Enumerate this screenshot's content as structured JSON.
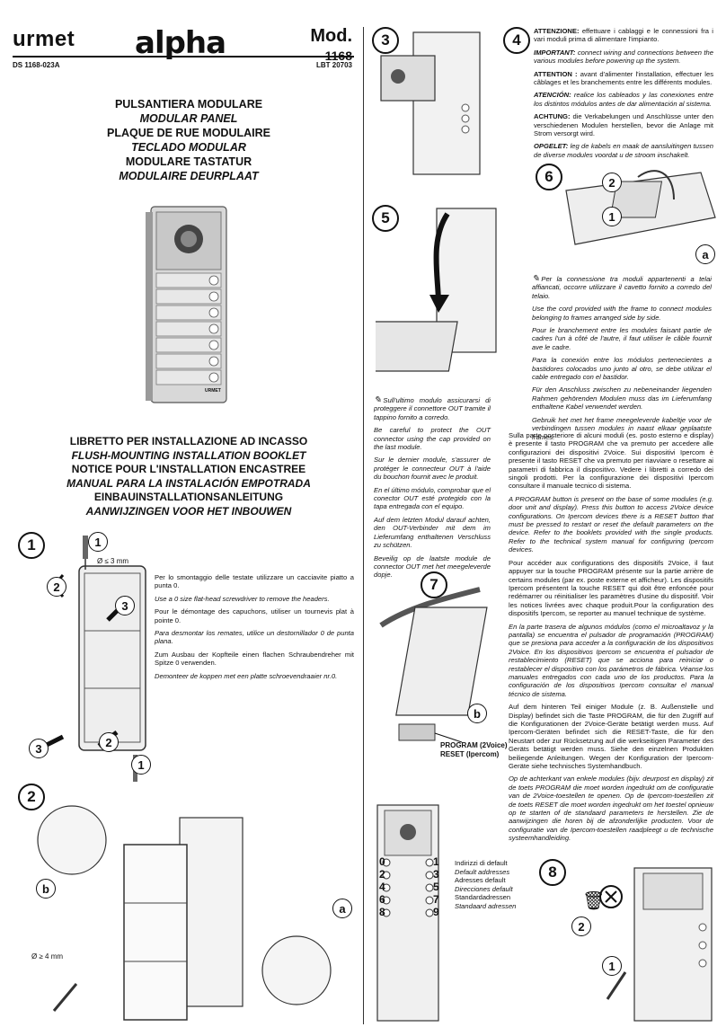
{
  "header": {
    "brand": "urmet",
    "product": "alpha",
    "model_label": "Mod.",
    "model_number": "1168",
    "doc_code": "DS 1168-023A",
    "lbt_code": "LBT 20703"
  },
  "titles": [
    "PULSANTIERA MODULARE",
    "MODULAR PANEL",
    "PLAQUE DE RUE MODULAIRE",
    "TECLADO MODULAR",
    "MODULARE TASTATUR",
    "MODULAIRE DEURPLAAT"
  ],
  "booklet": [
    "LIBRETTO PER INSTALLAZIONE AD INCASSO",
    "FLUSH-MOUNTING INSTALLATION BOOKLET",
    "NOTICE POUR L'INSTALLATION ENCASTREE",
    "MANUAL PARA LA INSTALACIÓN EMPOTRADA",
    "EINBAUINSTALLATIONSANLEITUNG",
    "AANWIJZINGEN VOOR HET INBOUWEN"
  ],
  "panel_logo": "URMET",
  "steps": [
    "1",
    "2",
    "3",
    "4",
    "5",
    "6",
    "7",
    "8"
  ],
  "sub_markers": {
    "one": "1",
    "two": "2",
    "three": "3",
    "a": "a",
    "b": "b"
  },
  "step1": {
    "diameter_label": "Ø ≤ 3 mm",
    "texts": [
      "Per lo smontaggio delle testate utilizzare un cacciavite piatto a punta 0.",
      "Use a 0 size flat-head screwdriver to remove the headers.",
      "Pour le démontage des capuchons, utiliser un tournevis plat à pointe 0.",
      "Para desmontar los remates, utilice un destornillador 0 de punta plana.",
      "Zum Ausbau der Kopfteile einen flachen Schraubendreher mit Spitze 0 verwenden.",
      "Demonteer de koppen met een platte schroevendraaier nr.0."
    ]
  },
  "step2": {
    "diameter_label": "Ø ≥ 4 mm"
  },
  "step4": {
    "texts": [
      {
        "lead": "ATTENZIONE:",
        "body": " effettuare i cablaggi e le connessioni fra i vari moduli prima di alimentare l'impianto."
      },
      {
        "lead": "IMPORTANT:",
        "body": " connect wiring and connections between the various modules before powering up the system."
      },
      {
        "lead": "ATTENTION :",
        "body": " avant d'alimenter l'installation, effectuer les câblages et les branchements entre les différents modules."
      },
      {
        "lead": "ATENCIÓN:",
        "body": " realice los cableados y las conexiones entre los distintos módulos antes de dar alimentación al sistema."
      },
      {
        "lead": "ACHTUNG:",
        "body": " die Verkabelungen und Anschlüsse unter den verschiedenen Modulen herstellen, bevor die Anlage mit Strom versorgt wird."
      },
      {
        "lead": "OPGELET:",
        "body": " leg de kabels en maak de aansluitingen tussen de diverse modules voordat u de stroom inschakelt."
      }
    ]
  },
  "step5_notes": [
    "Sull'ultimo modulo assicurarsi di proteggere il connettore OUT tramite il tappino fornito a corredo.",
    "Be careful to protect the OUT connector using the cap provided on the last module.",
    "Sur le dernier module, s'assurer de protéger le connecteur OUT à l'aide du bouchon fournit avec le produit.",
    "En el último módulo, comprobar que el conector OUT esté protegido con la tapa entregada con el equipo.",
    "Auf dem letzten Modul darauf achten, den OUT-Verbinder mit dem im Lieferumfang enthaltenen Verschluss zu schützen.",
    "Beveilig op de laatste module de connector OUT met het meegeleverde dopje."
  ],
  "step6_notes": [
    "Per la connessione tra moduli appartenenti a telai affiancati, occorre utilizzare il cavetto fornito a corredo del telaio.",
    "Use the cord provided with the frame to connect modules belonging to frames arranged side by side.",
    "Pour le branchement entre les modules faisant partie de cadres l'un à côté de l'autre, il faut utiliser le câble fournit ave le cadre.",
    "Para la conexión entre los módulos pertenecientes a bastidores colocados uno junto al otro, se debe utilizar el cable entregado con el bastidor.",
    "Für den Anschluss zwischen zu nebeneinander liegenden Rahmen gehörenden Modulen muss das im Lieferumfang enthaltene Kabel verwendet werden.",
    "Gebruik het met het frame meegeleverde kabeltje voor de verbindingen tussen modules in naast elkaar geplaatste frames."
  ],
  "program_texts": [
    "Sulla parte posteriore di alcuni moduli (es. posto esterno e display) è presente il tasto PROGRAM che va premuto per accedere alle configurazioni dei dispositivi 2Voice. Sui dispositivi Ipercom è presente il tasto RESET che va premuto per riavviare o resettare ai parametri di fabbrica il dispositivo. Vedere i libretti a corredo dei singoli prodotti. Per la configurazione dei dispositivi Ipercom consultare il manuale tecnico di sistema.",
    "A PROGRAM button is present on the base of some modules (e.g. door unit and display). Press this button to access 2Voice device configurations. On Ipercom devices there is a RESET button that must be pressed to restart or reset the default parameters on the device. Refer to the booklets provided with the single products. Refer to the technical system manual for configuring Ipercom devices.",
    "Pour accéder aux configurations des dispositifs 2Voice, il faut appuyer sur la touche PROGRAM présente sur la partie arrière de certains modules (par ex. poste externe et afficheur). Les dispositifs Ipercom présentent la touche RESET qui doit être enfoncée pour redémarrer ou réinitialiser les paramètres d'usine du dispositif. Voir les notices livrées avec chaque produit.Pour la configuration des dispositifs Ipercom, se reporter au manuel technique de système.",
    "En la parte trasera de algunos módulos (como el microaltavoz y la pantalla) se encuentra el pulsador de programación (PROGRAM) que se presiona para acceder a la configuración de los dispositivos 2Voice. En los dispositivos Ipercom se encuentra el pulsador de restablecimiento (RESET) que se acciona para reiniciar o restablecer el dispositivo con los parámetros de fábrica. Véanse los manuales entregados con cada uno de los productos. Para la configuración de los dispositivos Ipercom consultar el manual técnico de sistema.",
    "Auf dem hinteren Teil einiger Module (z. B. Außenstelle und Display) befindet sich die Taste PROGRAM, die für den Zugriff auf die Konfigurationen der 2Voice-Geräte betätigt werden muss. Auf Ipercom-Geräten befindet sich die RESET-Taste, die für den Neustart oder zur Rücksetzung auf die werkseitigen Parameter des Geräts betätigt werden muss. Siehe den einzelnen Produkten beiliegende Anleitungen. Wegen der Konfiguration der Ipercom-Geräte siehe technisches Systemhandbuch.",
    "Op de achterkant van enkele modules (bijv. deurpost en display) zit de toets PROGRAM die moet worden ingedrukt om de configuratie van de 2Voice-toestellen te openen. Op de Ipercom-toestellen zit de toets RESET die moet worden ingedrukt om het toestel opnieuw op te starten of de standaard parameters te herstellen. Zie de aanwijzingen die horen bij de afzonderlijke producten. Voor de configuratie van de Ipercom-toestellen raadpleegt u de technische systeemhandleiding."
  ],
  "step7_labels": {
    "program": "PROGRAM (2Voice)",
    "reset": "RESET (Ipercom)"
  },
  "default_addresses": {
    "left_numbers": [
      "0",
      "2",
      "4",
      "6",
      "8"
    ],
    "right_numbers": [
      "1",
      "3",
      "5",
      "7",
      "9"
    ],
    "labels": [
      "Indirizzi di default",
      "Default addresses",
      "Adresses default",
      "Direcciones default",
      "Standardadressen",
      "Standaard adressen"
    ]
  }
}
